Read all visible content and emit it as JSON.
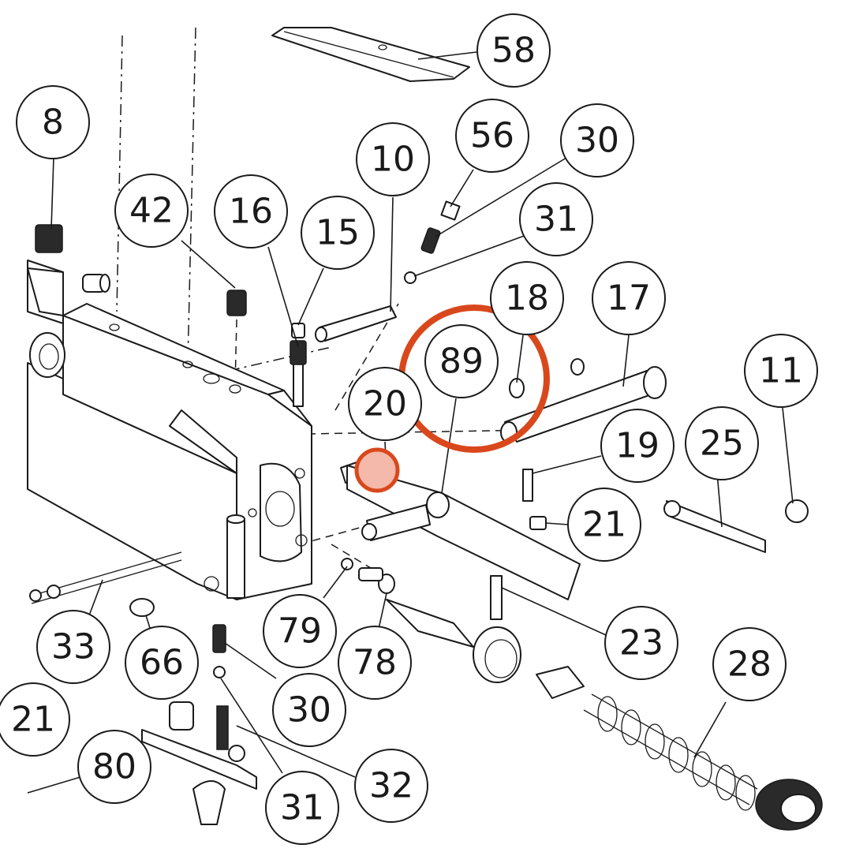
{
  "callouts": [
    {
      "id": "c58",
      "label": "58"
    },
    {
      "id": "c8",
      "label": "8"
    },
    {
      "id": "c42",
      "label": "42"
    },
    {
      "id": "c16",
      "label": "16"
    },
    {
      "id": "c15",
      "label": "15"
    },
    {
      "id": "c10",
      "label": "10"
    },
    {
      "id": "c56",
      "label": "56"
    },
    {
      "id": "c30a",
      "label": "30"
    },
    {
      "id": "c31a",
      "label": "31"
    },
    {
      "id": "c18",
      "label": "18"
    },
    {
      "id": "c17",
      "label": "17"
    },
    {
      "id": "c89",
      "label": "89"
    },
    {
      "id": "c20",
      "label": "20"
    },
    {
      "id": "c11",
      "label": "11"
    },
    {
      "id": "c19",
      "label": "19"
    },
    {
      "id": "c25",
      "label": "25"
    },
    {
      "id": "c21a",
      "label": "21"
    },
    {
      "id": "c23",
      "label": "23"
    },
    {
      "id": "c33",
      "label": "33"
    },
    {
      "id": "c66",
      "label": "66"
    },
    {
      "id": "c79",
      "label": "79"
    },
    {
      "id": "c78",
      "label": "78"
    },
    {
      "id": "c28",
      "label": "28"
    },
    {
      "id": "c30b",
      "label": "30"
    },
    {
      "id": "c21b",
      "label": "21"
    },
    {
      "id": "c80",
      "label": "80"
    },
    {
      "id": "c31b",
      "label": "31"
    },
    {
      "id": "c32",
      "label": "32"
    }
  ],
  "highlight": {
    "ring_color": "#d9481c",
    "marker_fill": "#f4b9aa",
    "marked_part": "89"
  }
}
